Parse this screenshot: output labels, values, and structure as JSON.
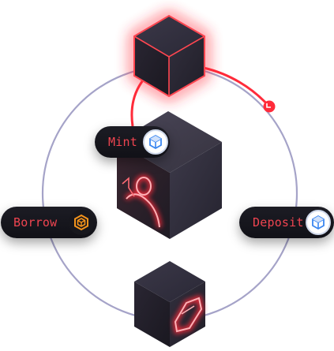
{
  "labels": {
    "mint": "Mint",
    "deposit": "Deposit",
    "borrow": "Borrow"
  },
  "icons": {
    "mint": "blue-cube-token-icon",
    "deposit": "blue-cube-token-icon",
    "borrow": "orange-cube-token-icon",
    "center_cube": "user-figure-icon",
    "bottom_cube": "diamond-icon"
  },
  "colors": {
    "accent_red": "#ff2b3a",
    "label_red": "#ef4450",
    "ring": "#a5a3c8",
    "cube_dark": "#23212d",
    "token_blue": "#3a86f0",
    "token_orange": "#f3931b",
    "pill_bg": "#15151b"
  }
}
